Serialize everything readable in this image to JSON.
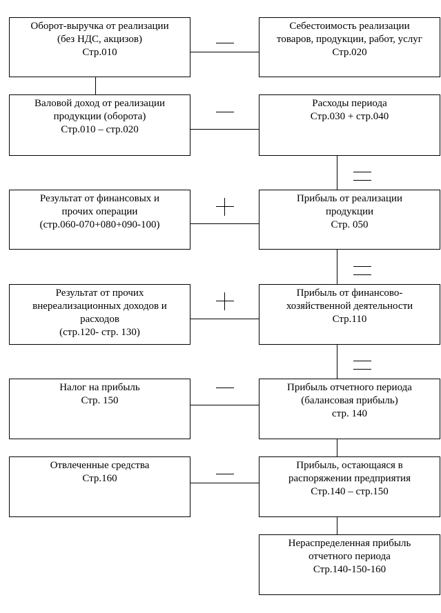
{
  "left": [
    {
      "lines": [
        "Оборот-выручка от реализации",
        "(без НДС, акцизов)",
        "Стр.010"
      ]
    },
    {
      "lines": [
        "Валовой доход от реализации",
        "продукции (оборота)",
        "Стр.010 – стр.020"
      ]
    },
    {
      "lines": [
        "Результат от финансовых и",
        "прочих операции",
        "(стр.060-070+080+090-100)"
      ]
    },
    {
      "lines": [
        "Результат от прочих",
        "внереализационных доходов и",
        "расходов",
        "(стр.120- стр. 130)"
      ]
    },
    {
      "lines": [
        "Налог на прибыль",
        "Стр. 150"
      ]
    },
    {
      "lines": [
        "Отвлеченные средства",
        "Стр.160"
      ]
    }
  ],
  "right": [
    {
      "lines": [
        "Себестоимость реализации",
        "товаров, продукции, работ, услуг",
        "Стр.020"
      ]
    },
    {
      "lines": [
        "Расходы периода",
        "Стр.030 + стр.040"
      ]
    },
    {
      "lines": [
        "Прибыль от реализации",
        "продукции",
        "Стр. 050"
      ]
    },
    {
      "lines": [
        "Прибыль от финансово-",
        "хозяйственной деятельности",
        "Стр.110"
      ]
    },
    {
      "lines": [
        "Прибыль отчетного  периода",
        "(балансовая прибыль)",
        "стр. 140"
      ]
    },
    {
      "lines": [
        "Прибыль, остающаяся в",
        "распоряжении предприятия",
        "Стр.140 – стр.150"
      ]
    },
    {
      "lines": [
        "Нераспределенная прибыль",
        "отчетного периода",
        "Стр.140-150-160"
      ]
    }
  ]
}
